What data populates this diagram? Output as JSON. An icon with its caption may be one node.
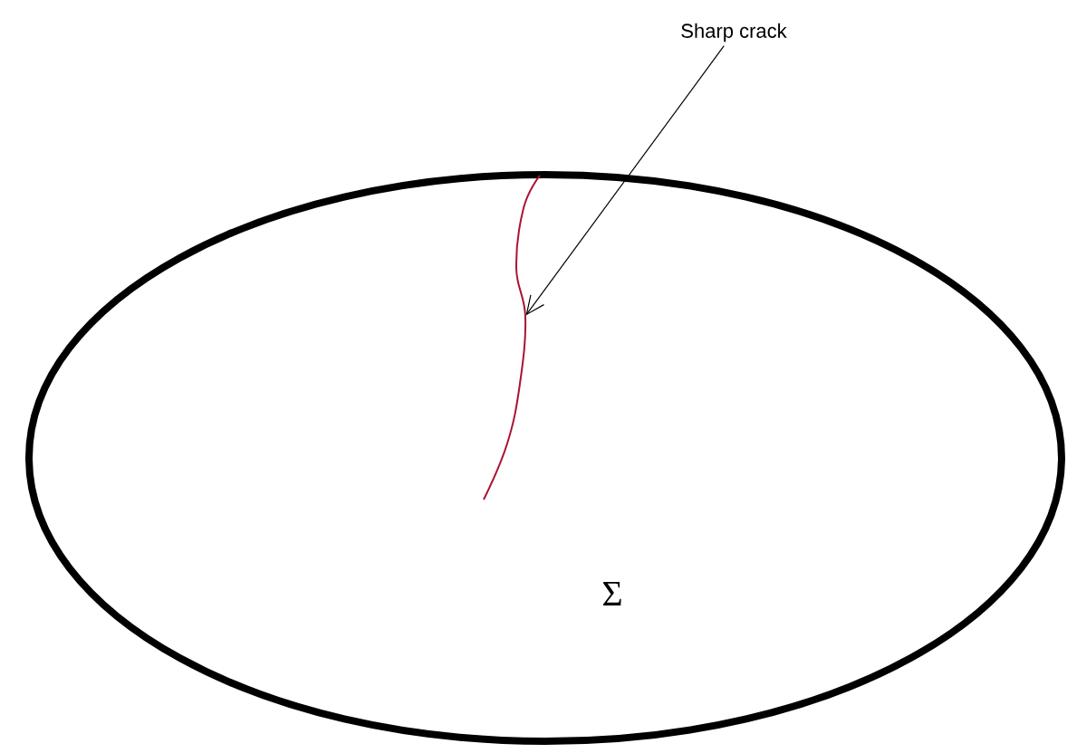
{
  "diagram": {
    "nodes": [
      {
        "text": [
          "Σ"
        ]
      },
      {
        "text": [
          "Sharp crack"
        ]
      },
      {
        "text": [],
        "shape": "curve",
        "in": 0
      }
    ],
    "edges": [
      {
        "from": 1,
        "to": 2,
        "arrow": "to"
      }
    ]
  }
}
